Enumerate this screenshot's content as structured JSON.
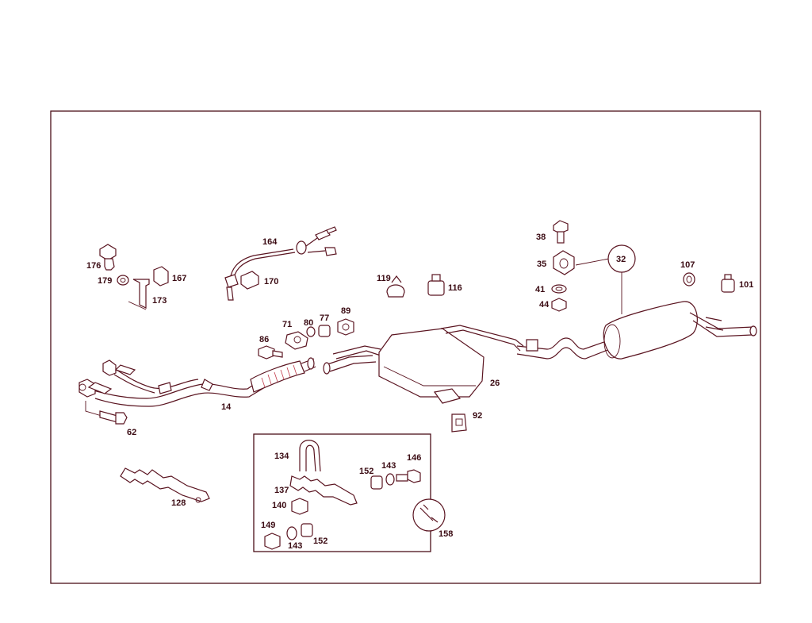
{
  "colors": {
    "line": "#5a1420",
    "accent": "#c23a4a",
    "label": "#3a0a12",
    "background": "#ffffff"
  },
  "callouts": {
    "c14": "14",
    "c26": "26",
    "c32": "32",
    "c35": "35",
    "c38": "38",
    "c41": "41",
    "c44": "44",
    "c62": "62",
    "c71": "71",
    "c77": "77",
    "c80": "80",
    "c86": "86",
    "c89": "89",
    "c92": "92",
    "c101": "101",
    "c107": "107",
    "c116": "116",
    "c119": "119",
    "c128": "128",
    "c134": "134",
    "c137": "137",
    "c140": "140",
    "c143a": "143",
    "c143b": "143",
    "c146": "146",
    "c149": "149",
    "c152a": "152",
    "c152b": "152",
    "c158": "158",
    "c164": "164",
    "c167": "167",
    "c170": "170",
    "c173": "173",
    "c176": "176",
    "c179": "179"
  }
}
